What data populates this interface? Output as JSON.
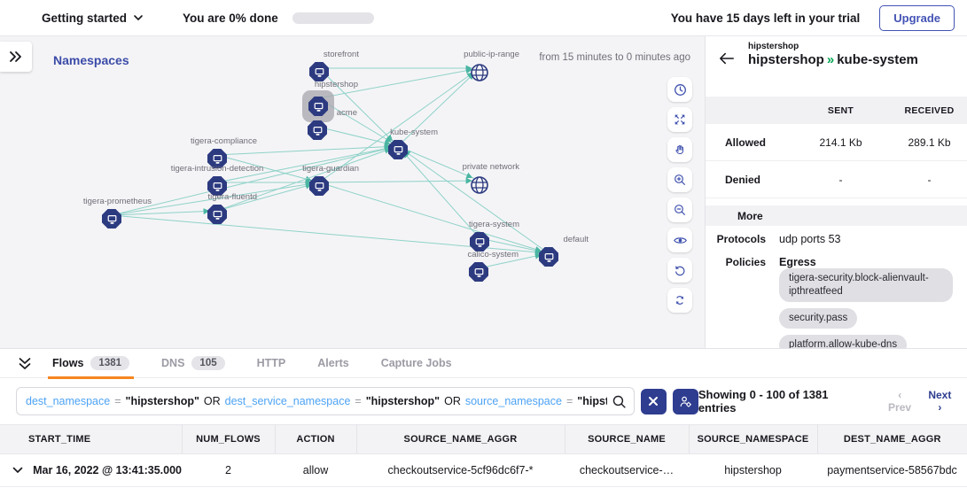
{
  "topbar": {
    "menu_label": "Getting started",
    "progress_label": "You are 0% done",
    "trial_label": "You have 15 days left in your trial",
    "upgrade_label": "Upgrade"
  },
  "graph": {
    "title": "Namespaces",
    "time_range": "from 15 minutes to 0 minutes ago",
    "edge_color": "#8fd2c9",
    "node_color": "#2c3a80",
    "nodes": [
      {
        "label": "storefront",
        "type": "namespace"
      },
      {
        "label": "public-ip-range",
        "type": "network"
      },
      {
        "label": "hipstershop",
        "type": "namespace",
        "selected": true
      },
      {
        "label": "acme",
        "type": "namespace"
      },
      {
        "label": "kube-system",
        "type": "namespace"
      },
      {
        "label": "tigera-compliance",
        "type": "namespace"
      },
      {
        "label": "tigera-intrusion-detection",
        "type": "namespace"
      },
      {
        "label": "tigera-guardian",
        "type": "namespace"
      },
      {
        "label": "private network",
        "type": "network"
      },
      {
        "label": "tigera-fluentd",
        "type": "namespace"
      },
      {
        "label": "tigera-prometheus",
        "type": "namespace"
      },
      {
        "label": "tigera-system",
        "type": "namespace"
      },
      {
        "label": "default",
        "type": "namespace"
      },
      {
        "label": "calico-system",
        "type": "namespace"
      }
    ]
  },
  "toolbar": {
    "icons": [
      "clock",
      "fit-to-screen",
      "pan",
      "zoom-in",
      "zoom-out",
      "visibility",
      "undo",
      "refresh"
    ]
  },
  "detail": {
    "eyebrow": "hipstershop",
    "title_source": "hipstershop",
    "title_arrow": "»",
    "title_dest": "kube-system",
    "sent_header": "SENT",
    "received_header": "RECEIVED",
    "stats_rows": [
      {
        "label": "Allowed",
        "sent": "214.1 Kb",
        "received": "289.1 Kb"
      },
      {
        "label": "Denied",
        "sent": "-",
        "received": "-"
      }
    ],
    "more_label": "More",
    "protocols_label": "Protocols",
    "protocols_value": "udp ports 53",
    "policies_label": "Policies",
    "policies_group": "Egress",
    "policy_chips": [
      "tigera-security.block-alienvault-ipthreatfeed",
      "security.pass",
      "platform.allow-kube-dns"
    ]
  },
  "tabs": {
    "items": [
      {
        "label": "Flows",
        "badge": "1381",
        "active": true
      },
      {
        "label": "DNS",
        "badge": "105",
        "active": false
      },
      {
        "label": "HTTP",
        "active": false
      },
      {
        "label": "Alerts",
        "active": false
      },
      {
        "label": "Capture Jobs",
        "active": false
      }
    ],
    "accent_color": "#f6861f"
  },
  "search": {
    "tokens": [
      {
        "text": "dest_namespace",
        "type": "field"
      },
      {
        "text": "=",
        "type": "op"
      },
      {
        "text": "\"hipstershop\"",
        "type": "value"
      },
      {
        "text": "OR",
        "type": "keyword"
      },
      {
        "text": "dest_service_namespace",
        "type": "field"
      },
      {
        "text": "=",
        "type": "op"
      },
      {
        "text": "\"hipstershop\"",
        "type": "value"
      },
      {
        "text": "OR",
        "type": "keyword"
      },
      {
        "text": "source_namespace",
        "type": "field"
      },
      {
        "text": "=",
        "type": "op"
      },
      {
        "text": "\"hipstersho",
        "type": "value"
      }
    ],
    "field_color": "#4da3f5"
  },
  "pagination": {
    "showing": "Showing 0 - 100 of 1381 entries",
    "prev_label": "‹ Prev",
    "next_label": "Next ›"
  },
  "flows_table": {
    "columns": [
      "START_TIME",
      "NUM_FLOWS",
      "ACTION",
      "SOURCE_NAME_AGGR",
      "SOURCE_NAME",
      "SOURCE_NAMESPACE",
      "DEST_NAME_AGGR"
    ],
    "rows": [
      [
        "Mar 16, 2022 @ 13:41:35.000",
        "2",
        "allow",
        "checkoutservice-5cf96dc6f7-*",
        "checkoutservice-…",
        "hipstershop",
        "paymentservice-58567bdc"
      ]
    ]
  }
}
